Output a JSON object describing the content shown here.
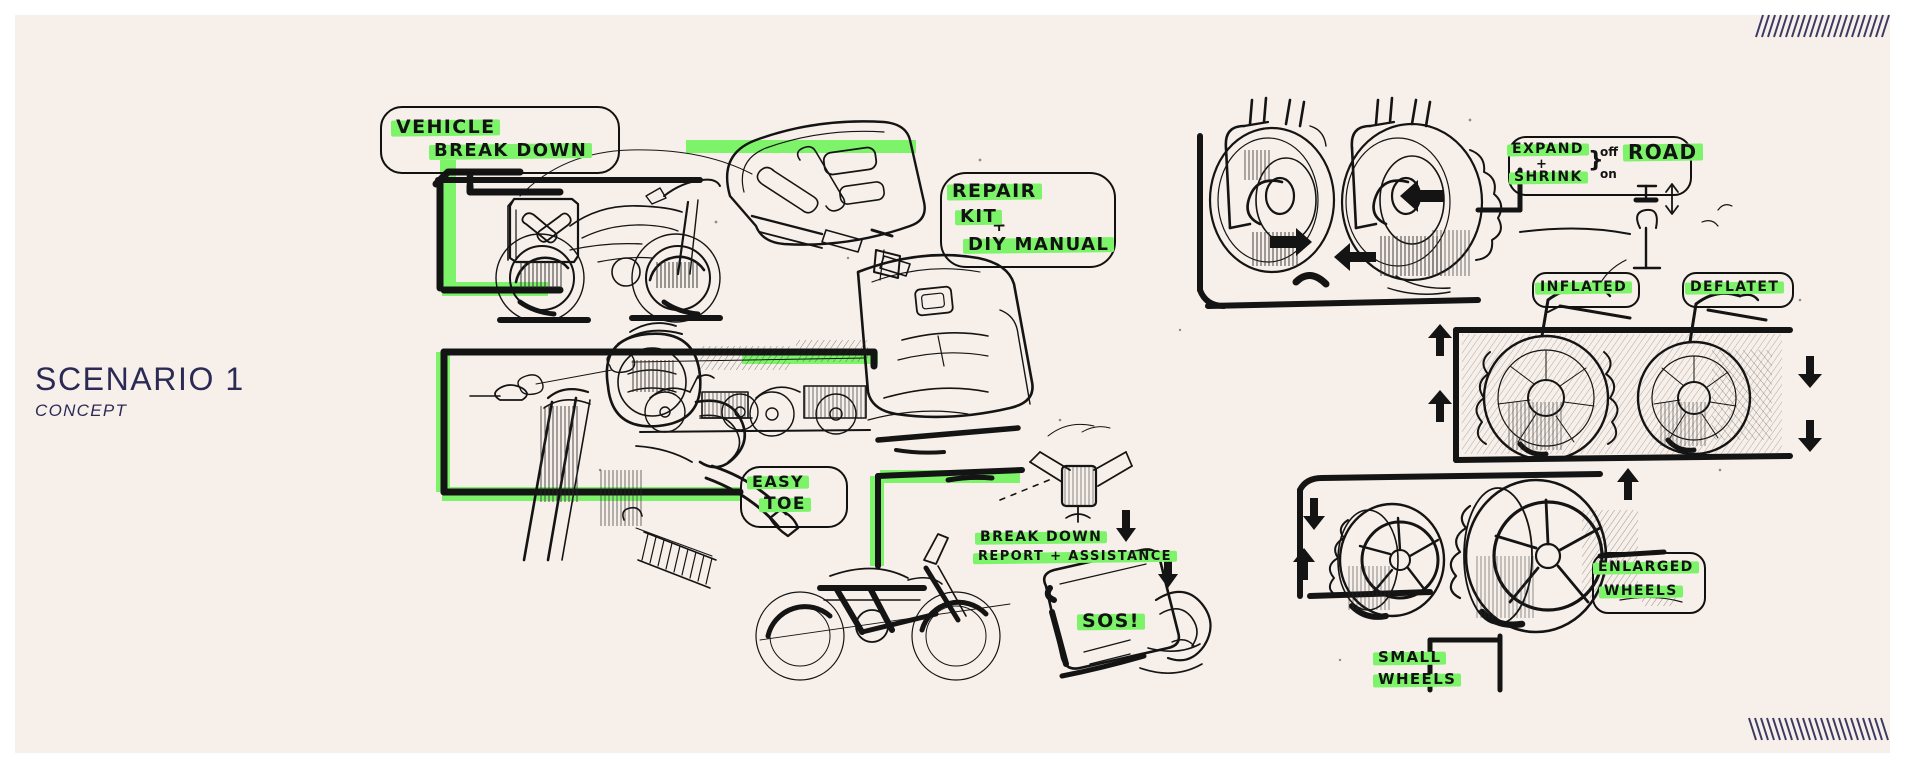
{
  "page": {
    "background_color": "#ffffff",
    "canvas_color": "#f7efe9",
    "accent_highlight_color": "#7df36a",
    "ink_color": "#131313",
    "title_color": "#2b2a55"
  },
  "title_block": {
    "main": "SCENARIO 1",
    "sub": "CONCEPT"
  },
  "decorations": {
    "hatch_top_right": "diagonal-hatch-marks",
    "hatch_bottom_right": "diagonal-hatch-marks"
  },
  "left_panel": {
    "name": "vehicle-break-down-scenario",
    "callouts": [
      {
        "id": "vehicle-break-down",
        "line1": "VEHICLE",
        "line2": "BREAK DOWN"
      },
      {
        "id": "repair-kit",
        "line1": "REPAIR",
        "line2": "KIT",
        "line3": "+",
        "line4": "DIY MANUAL"
      },
      {
        "id": "easy-toe",
        "line1": "EASY",
        "line2": "TOE"
      },
      {
        "id": "break-down-report",
        "line1": "BREAK DOWN",
        "line2": "REPORT + ASSISTANCE"
      },
      {
        "id": "sos",
        "line1": "SOS!"
      }
    ],
    "sketches": [
      "motorcycle-with-toolbox",
      "open-tool-case",
      "repair-kit-panel",
      "front-fork-headlight-tow-arm",
      "small-scooters-row",
      "motorcycle-side-view",
      "satellite-icon",
      "smartphone-sos"
    ]
  },
  "right_panel": {
    "name": "expandable-wheels-scenario",
    "callouts": [
      {
        "id": "expand-shrink-road",
        "line1": "EXPAND",
        "line2": "+",
        "line3": "SHRINK",
        "line4": "off",
        "line5": "on",
        "line6": "ROAD",
        "brace": "}"
      },
      {
        "id": "inflated",
        "line1": "INFLATED"
      },
      {
        "id": "deflatet",
        "line1": "DEFLATET"
      },
      {
        "id": "enlarged-wheels",
        "line1": "ENLARGED",
        "line2": "WHEELS"
      },
      {
        "id": "small-wheels",
        "line1": "SMALL",
        "line2": "WHEELS"
      }
    ],
    "sketches": [
      "tyre-expand-pair",
      "bike-inflated-wheel",
      "bike-deflated-wheel",
      "small-wheel-drum",
      "enlarged-wheel-drum",
      "air-pump"
    ]
  }
}
